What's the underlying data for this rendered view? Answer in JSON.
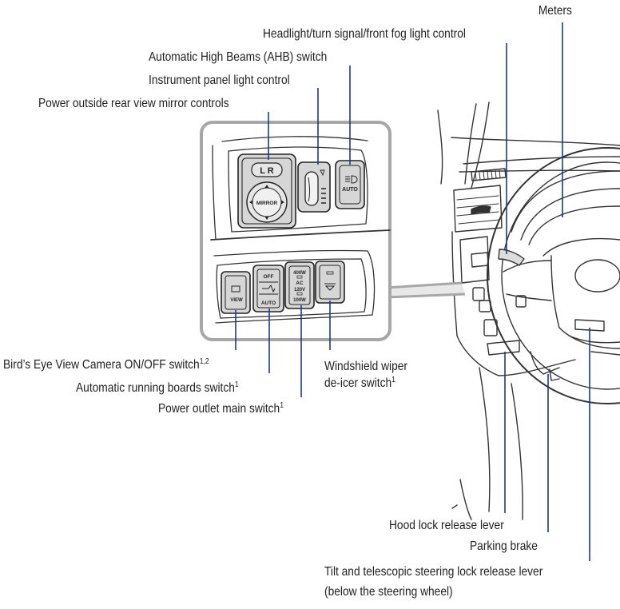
{
  "labels": {
    "meters": "Meters",
    "headlight": "Headlight/turn signal/front fog light control",
    "ahb": "Automatic High Beams (AHB) switch",
    "instrument": "Instrument panel light control",
    "mirror": "Power outside rear view mirror controls",
    "birdseye": "Bird’s Eye View Camera ON/OFF switch",
    "birdseye_sup": "1,2",
    "running_boards": "Automatic running boards switch",
    "running_boards_sup": "1",
    "power_outlet": "Power outlet main switch",
    "power_outlet_sup": "1",
    "wiper_line1": "Windshield wiper",
    "wiper_line2": "de-icer switch",
    "wiper_sup": "1",
    "hood": "Hood lock release lever",
    "parking": "Parking brake",
    "tilt_line1": "Tilt and telescopic steering lock release lever",
    "tilt_line2": "(below the steering wheel)"
  },
  "switch_text": {
    "lr": "L  R",
    "mirror": "MIRROR",
    "auto": "AUTO",
    "off": "OFF",
    "auto2": "AUTO",
    "view": "VIEW",
    "w400": "400W",
    "ac": "AC",
    "v120": "120V",
    "w100": "100W"
  },
  "colors": {
    "leader": "#1c3a8a",
    "switch_fill": "#d6d6d6",
    "panel_outline": "#a7a7a7"
  }
}
